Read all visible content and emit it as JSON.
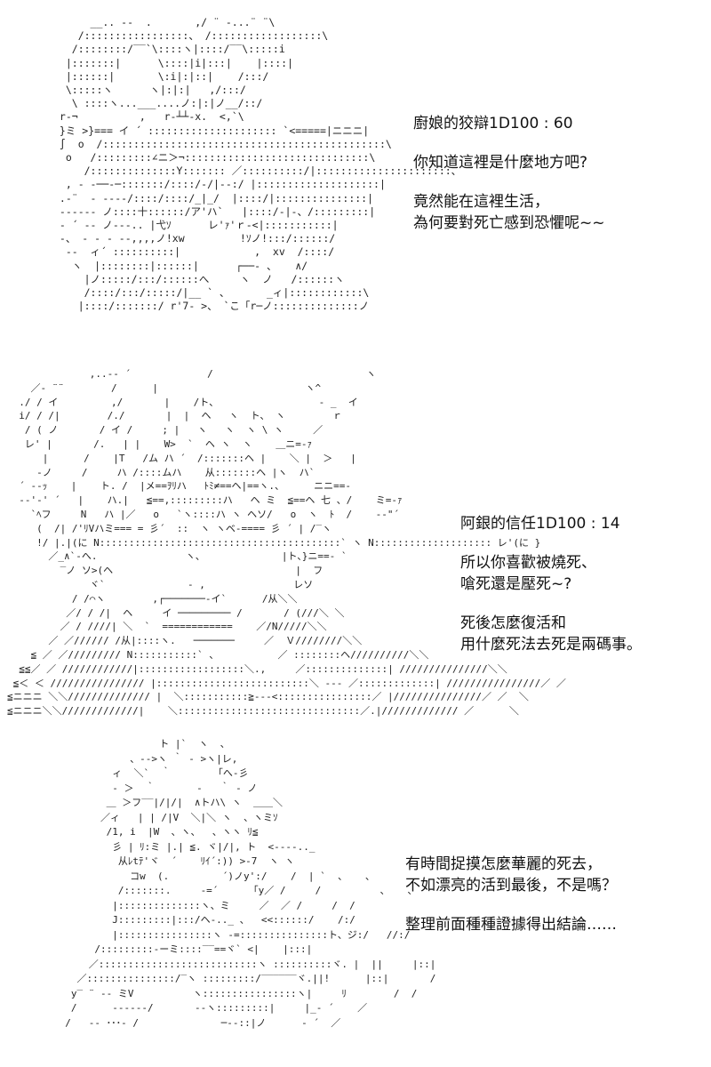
{
  "panels": [
    {
      "art": "      __.. --  .       ,/ ¨ ‐...¨ ¨\\\n    /:::::::::::::::::、 /::::::::::::::::::\\\n   /::::::::/‾‾`\\::::ヽ|::::/‾‾\\:::::i\n  |:::::::|      \\::::|i|:::|    |::::|\n  |::::::|       \\:i|:|::|    /:::/\n  \\:::::ヽ      ヽ|:|:|   ,/:::/\n   \\ ::::ヽ...___....ノ:|:|ノ__/::/\n r‐¬          ,   r‐┴┴‐x.  <,`\\\n }ミ >}=== イ ´ ::::::::::::::::::::: `<=====|ニニニ|\n ∫  o  /::::::::::::::::::::::::::::::::::::::::::::::\\\n  o   /:::::::::∠ニ＞¬::::::::::::::::::::::::::::::\\\n     /::::::::::::::Y::::::: ／::::::::::/|::::::::::::::::::::::、\n  , ‐ ‐──‐─:::::::/::::/-/|‐-:/ |::::::::::::::::::::|\n .‐¨  ‐ ‐‐‐‐/::::/::::/_|_/  |::::/|:::::::::::::::|\n ‐‐‐‐‐‐ ノ::::十::::::/ア'ハ`   |::::/-|-、/:::::::::|\n ‐ ´ ‐‐ ノ‐‐‐.. |弋ｿ      レ'ｧ'ｒ‐<|:::::::::::|\n -、 ‐ ‐ ‐ ‐‐,,,,ノ!xw         !ｿノ!:::/::::::/\n  ‐‐  ィ´ ::::::::::|            ,  xv  /::::/\n   ヽ  |::::::::|::::::|      ┌──‐ 、   ∧/\n     |ノ:::::/:::/::::::へ     ヽ  ノ   /::::::ヽ\n     /::::/:::/:::::/|__ ` 、      _ィ|::::::::::::\\\n    |::::/:::::::/ r'7‐ >、 `こ「r─ノ::::::::::::::ノ",
      "text": [
        "廚娘的狡辯1D100 : 60",
        "你知道這裡是什麼地方吧?",
        "竟然能在這裡生活，\n為何要對死亡感到恐懼呢~~"
      ]
    },
    {
      "art": "              ,..-‐ ´             /                          ヽ\n    ／‐ ¨¨        /      |                         ヽ^\n  ./ / イ         ,/       |    /ト、                 ‐ _  イ\n  i/ / /|        /./       |  |  ヘ   ヽ  ト、 ヽ        ｒ\n   / ( ノ       / イ /     ; |   ヽ   ヽ  ヽ \\ ヽ     ／\n   レ' |       /.   | |    W>  `  ヘ ヽ  ヽ    ＿ニ=-ｧ\n      |      /    |T   /ム ハ ´  /:::::::ヘ |    ＼ |  ＞   |\n     -ノ     /     ハ /::::ムハ    从:::::::ヘ |ヽ  ハ`\n  ´ ‐‐ｯ    |    ト. /  |メ==ｦﾘハ   ﾄﾐ≠==ヘ|==ヽ.、     ニニ==-\n  ‐‐'‐' ´   |    ハ.|   ≦==,:::::::::ハ   ヘ ミ  ≦==ヘ 七 、/    ミ=-ｧ\n    `ﾍフ     N   ハ |／   o   `ヽ::::ハ ヽ ヘソ/   o  ヽ  ﾄ  /    ‐‐\"´\n     (  /| /'ﾘVハミ=== = 彡´  ::  ヽ ヽベ‐==== 彡 ´ | /‾ヽ\n     !/ |.|(に N:::::::::::::::::::::::::::::::::::::::::` ヽ N:::::::::::::::::::: レ'(に }\n       ／_∧`‐へ.               ヽ、             |ト、}ニ==‐ `\n         ‾ノ ソ>(ヘ                               |  フ\n              ヾ`              ‐ ,               レソ\n           / /⌒ヽ        ,┌───────‐イ`      /从＼＼\n          ／/ / /|  ヘ     イ ───────── /       / (///＼ ＼\n         ／ / ////| ＼  `  ============    ／/N/////＼＼\n       ／ ／////// /从|::::ヽ.   ───────     ／  Ｖ////////＼＼\n    ≦ ／ ／///////// N:::::::::::` 、          ／ ::::::::ヘ//////////＼＼\n  ≦≦／ ／ ////////////|::::::::::::::::::＼.,     ／::::::::::::::| ///////////////＼＼\n ≦＜ ＜ //////////////// |::::::::::::::::::::::::::＼ ‐‐‐ ／:::::::::::::| ////////////////／ ／\n≦ニニニ ＼＼////////////// |  ＼:::::::::::≧‐‐‐<::::::::::::::::／ |///////////////／ ／  ＼\n≦ニニニ＼＼/////////////|    ＼:::::::::::::::::::::::::::::::／.|///////////// ／      ＼",
      "text": [
        "阿銀的信任1D100 : 14",
        "所以你喜歡被燒死、\n嗆死還是壓死~?",
        "死後怎麼復活和\n用什麼死法去死是兩碼事。"
      ]
    },
    {
      "art": "                  ト |`  ヽ  、\n             、‐‐>ヽ ｀ ‐ >ヽ|レ,\n          ィ  ＼`  ｀        ｢へ‐彡\n          ‐ ＞  ｀       ‐   ｀ ‐ ノ\n         ＿ ＞フ‾‾|/|/|  ∧トハ\\ ヽ  ＿＿＼\n        ／ィ   | | /|V  ＼|＼ ヽ  、ヽミｿ\n         /1, i  |W  、ヽ、  、ヽヽ ﾘ≦\n          彡 | ﾘ:ミ |.| ≦. ヾ|/|, ト  <‐‐‐‐.._\n           从ﾚtﾃ'ヾ  ´    ﾘｲ´:)) >-7  ヽ ヽ\n             コw  (.         ´)ノy':/    /  | `  、   、\n           /:::::::.     ‐=´      ｢y／ /     /          、   、\n          |::::::::::::::ヽ、ミ     ／  ／ /     /  /\n          J:::::::::|:::/ヘ‐.._ 、  <<::::::/    /:/\n          |::::::::::::::::ヽ ‐=:::::::::::::::ト、ジ:/   //:/\n       /:::::::::‐ーミ::::‾‾==ヾ` <|    |:::|\n      ／:::::::::::::::::::::::::::ヽ ::::::::::ヾ. |  ||     |::|\n    ／:::::::::::::::/‾ヽ :::::::::/‾‾‾‾‾‾ヾ.||!      |::|       /\n   y‾ ¨ ‐‐ ミV          ヽ::::::::::::::::ヽ|     ﾘ        /  /\n   /      ‐‐‐‐‐‐/       ‐‐ヽ:::::::::|     |_‐ ´    ／\n  /   ‐‐ ･･･‐ /              ─‐‐::|ノ      ‐ ´  ／",
      "text": [
        "有時間捉摸怎麼華麗的死去，\n不如漂亮的活到最後，不是嗎？",
        "整理前面種種證據得出結論……"
      ]
    }
  ]
}
